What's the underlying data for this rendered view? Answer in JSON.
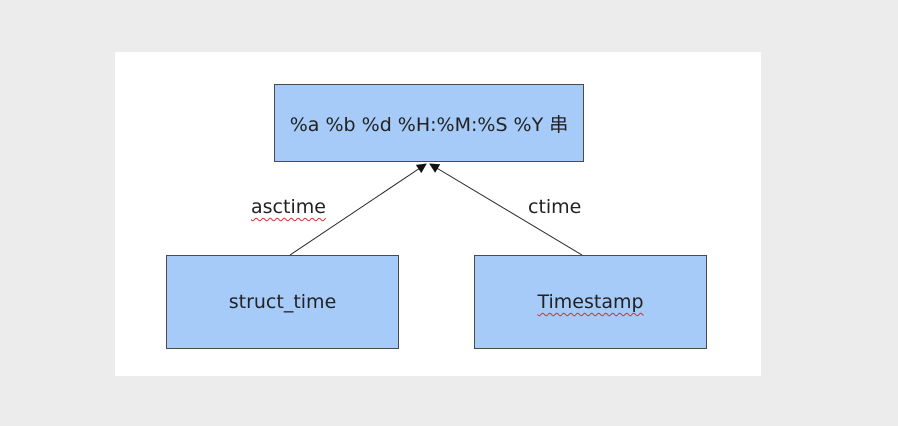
{
  "nodes": {
    "top": {
      "label": "%a %b %d %H:%M:%S %Y 串"
    },
    "left": {
      "label": "struct_time"
    },
    "right": {
      "label": "Timestamp"
    }
  },
  "edges": {
    "asctime": {
      "label": "asctime",
      "from": "struct_time",
      "to": "%a %b %d %H:%M:%S %Y 串"
    },
    "ctime": {
      "label": "ctime",
      "from": "Timestamp",
      "to": "%a %b %d %H:%M:%S %Y 串"
    }
  },
  "colors": {
    "node_fill": "#a6cbf8",
    "node_border": "#4a4a4a",
    "edge": "#222222",
    "spellcheck_underline": "#d03030"
  }
}
